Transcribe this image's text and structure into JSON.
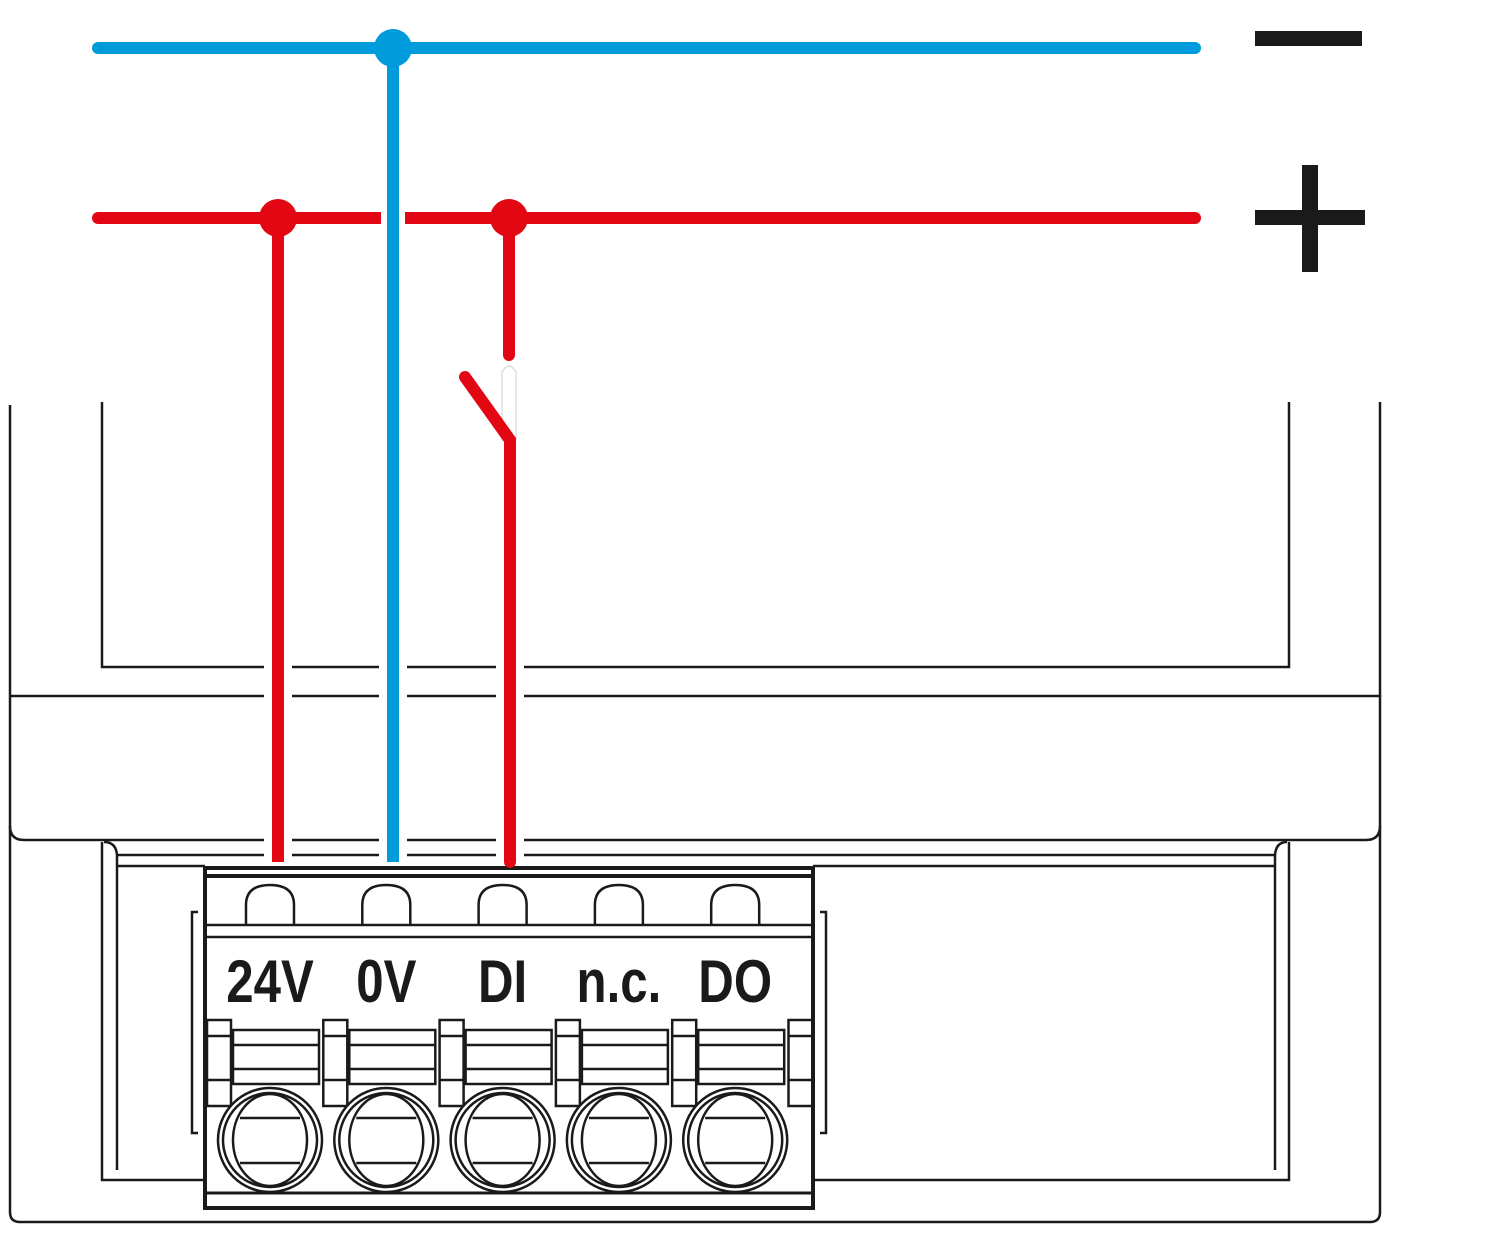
{
  "bus": {
    "minus_symbol": "−",
    "plus_symbol": "+",
    "minus_color": "#009bdb",
    "plus_color": "#e30613"
  },
  "terminals": [
    {
      "label": "24V",
      "wire": "plus"
    },
    {
      "label": "0V",
      "wire": "minus"
    },
    {
      "label": "DI",
      "wire": "plus-switched"
    },
    {
      "label": "n.c.",
      "wire": null
    },
    {
      "label": "DO",
      "wire": null
    }
  ]
}
